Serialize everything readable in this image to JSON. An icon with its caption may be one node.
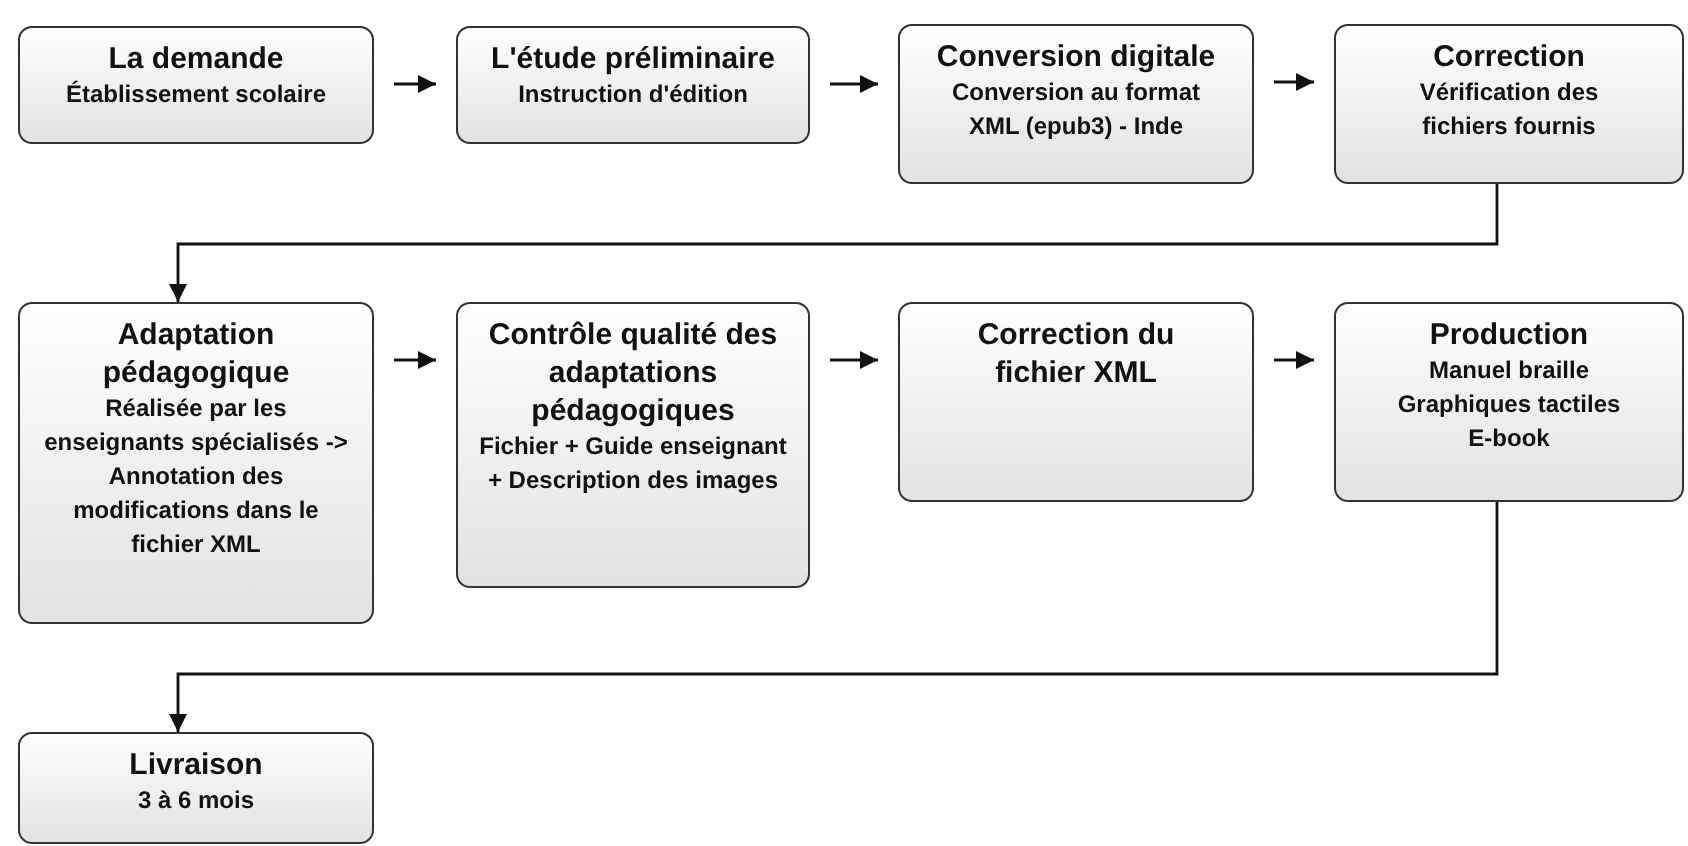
{
  "diagram": {
    "nodes": [
      {
        "text": [
          "La demande",
          "Établissement scolaire"
        ]
      },
      {
        "text": [
          "L'étude préliminaire",
          "Instruction d'édition"
        ]
      },
      {
        "text": [
          "Conversion digitale",
          "Conversion au format XML (epub3) - Inde"
        ]
      },
      {
        "text": [
          "Correction",
          "Vérification des fichiers fournis"
        ]
      },
      {
        "text": [
          "Adaptation pédagogique",
          "Réalisée par les enseignants spécialisés -> Annotation des modifications dans le fichier XML"
        ]
      },
      {
        "text": [
          "Contrôle qualité des adaptations pédagogiques",
          "Fichier + Guide enseignant + Description des images"
        ]
      },
      {
        "text": [
          "Correction du fichier XML"
        ]
      },
      {
        "text": [
          "Production",
          "Manuel braille Graphiques tactiles E-book"
        ]
      },
      {
        "text": [
          "Livraison",
          "3 à 6 mois"
        ]
      }
    ],
    "edges": [
      {
        "from": 0,
        "to": 1,
        "arrow": "to"
      },
      {
        "from": 1,
        "to": 2,
        "arrow": "to"
      },
      {
        "from": 2,
        "to": 3,
        "arrow": "to"
      },
      {
        "from": 3,
        "to": 4,
        "arrow": "to"
      },
      {
        "from": 4,
        "to": 5,
        "arrow": "to"
      },
      {
        "from": 5,
        "to": 6,
        "arrow": "to"
      },
      {
        "from": 6,
        "to": 7,
        "arrow": "to"
      },
      {
        "from": 7,
        "to": 8,
        "arrow": "to"
      }
    ]
  }
}
